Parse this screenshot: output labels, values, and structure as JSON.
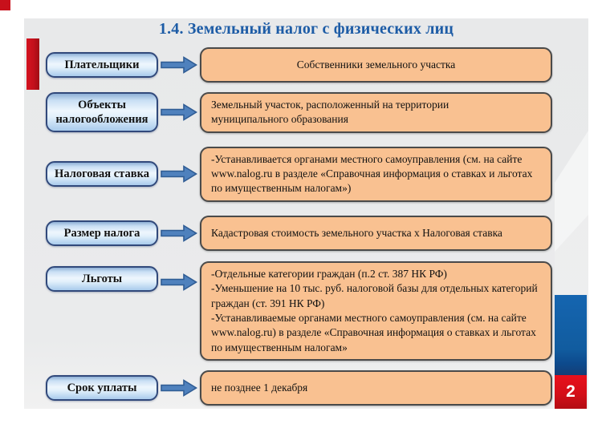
{
  "title": "1.4. Земельный налог с физических лиц",
  "page_number": "2",
  "rows": [
    {
      "label": "Плательщики",
      "content": "Собственники земельного участка"
    },
    {
      "label": "Объекты налогообложения",
      "content": "Земельный участок, расположенный на территории муниципального образования"
    },
    {
      "label": "Налоговая ставка",
      "content": "-Устанавливается органами местного самоуправления (см. на сайте www.nalog.ru в разделе «Справочная информация о ставках и льготах по имущественным налогам»)"
    },
    {
      "label": "Размер налога",
      "content": "Кадастровая стоимость земельного участка x Налоговая ставка"
    },
    {
      "label": "Льготы",
      "content_lines": [
        "-Отдельные категории граждан (п.2 ст. 387 НК РФ)",
        "-Уменьшение на 10 тыс. руб. налоговой базы для отдельных категорий граждан (ст. 391 НК РФ)",
        "-Устанавливаемые органами местного самоуправления (см. на сайте www.nalog.ru) в разделе «Справочная информация о ставках и льготах по имущественным налогам»"
      ]
    },
    {
      "label": "Срок уплаты",
      "content": "не позднее 1 декабря"
    }
  ],
  "colors": {
    "title_blue": "#1d5ca6",
    "accent_red": "#c8101b",
    "label_fill_light": "#eef6fd",
    "label_border": "#31497b",
    "arrow_blue": "#4f81bd",
    "content_orange": "#f9c191",
    "content_border": "#4a4a4a",
    "right_bar_blue": "#1160a8",
    "slide_background": "#eaebec"
  }
}
